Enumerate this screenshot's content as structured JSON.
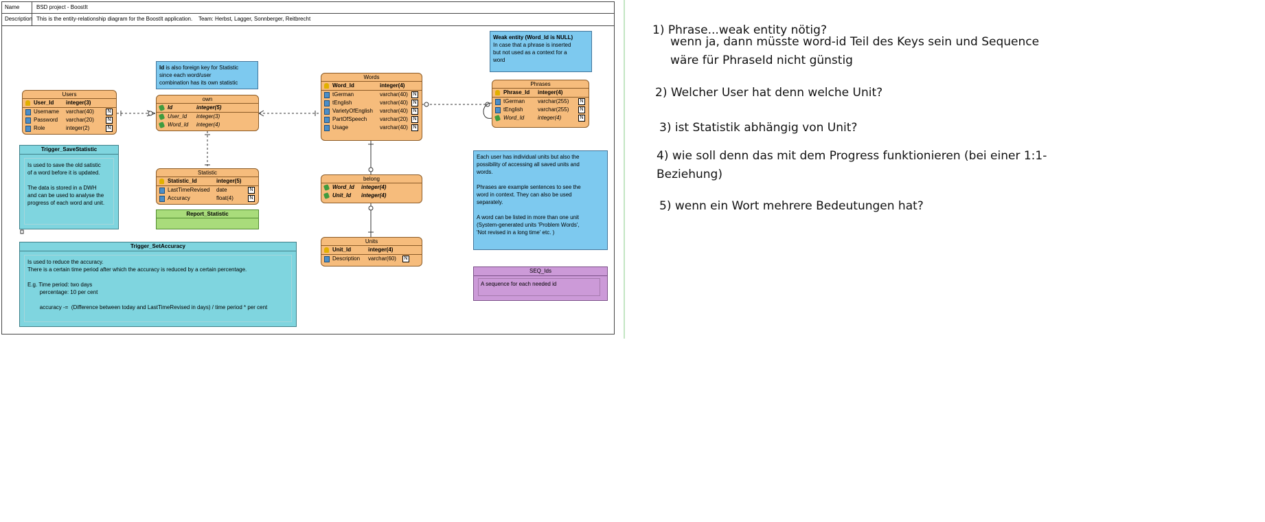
{
  "header": {
    "name_label": "Name",
    "name_value": "BSD project - BoostIt",
    "desc_label": "Description",
    "desc_value": "This is the entity-relationship diagram for the BoostIt application.    Team: Herbst, Lagger, Sonnberger, Reitbrecht"
  },
  "entities": {
    "users": {
      "title": "Users",
      "rows": [
        {
          "name": "User_Id",
          "type": "integer(3)"
        },
        {
          "name": "Username",
          "type": "varchar(40)",
          "nn": "N"
        },
        {
          "name": "Password",
          "type": "varchar(20)",
          "nn": "N"
        },
        {
          "name": "Role",
          "type": "integer(2)",
          "nn": "N"
        }
      ]
    },
    "own": {
      "title": "own",
      "rows": [
        {
          "name": "Id",
          "type": "integer(5)"
        },
        {
          "name": "User_Id",
          "type": "integer(3)"
        },
        {
          "name": "Word_Id",
          "type": "integer(4)"
        }
      ]
    },
    "statistic": {
      "title": "Statistic",
      "rows": [
        {
          "name": "Statistic_Id",
          "type": "integer(5)"
        },
        {
          "name": "LastTimeRevised",
          "type": "date",
          "nn": "N"
        },
        {
          "name": "Accuracy",
          "type": "float(4)",
          "nn": "N"
        }
      ]
    },
    "words": {
      "title": "Words",
      "rows": [
        {
          "name": "Word_Id",
          "type": "integer(4)"
        },
        {
          "name": "tGerman",
          "type": "varchar(40)",
          "nn": "N"
        },
        {
          "name": "tEnglish",
          "type": "varchar(40)",
          "nn": "N"
        },
        {
          "name": "VarietyOfEnglish",
          "type": "varchar(40)",
          "nn": "N"
        },
        {
          "name": "PartOfSpeech",
          "type": "varchar(20)",
          "nn": "N"
        },
        {
          "name": "Usage",
          "type": "varchar(40)",
          "nn": "N"
        }
      ]
    },
    "belong": {
      "title": "belong",
      "rows": [
        {
          "name": "Word_Id",
          "type": "integer(4)"
        },
        {
          "name": "Unit_Id",
          "type": "integer(4)"
        }
      ]
    },
    "units": {
      "title": "Units",
      "rows": [
        {
          "name": "Unit_Id",
          "type": "integer(4)"
        },
        {
          "name": "Description",
          "type": "varchar(60)",
          "nn": "N"
        }
      ]
    },
    "phrases": {
      "title": "Phrases",
      "rows": [
        {
          "name": "Phrase_Id",
          "type": "integer(4)"
        },
        {
          "name": "tGerman",
          "type": "varchar(255)",
          "nn": "N"
        },
        {
          "name": "tEnglish",
          "type": "varchar(255)",
          "nn": "N"
        },
        {
          "name": "Word_Id",
          "type": "integer(4)",
          "nn": "N"
        }
      ]
    }
  },
  "notes": {
    "id_note_bold": "Id",
    "id_note_text": " is also foreign key for Statistic\nsince each word/user\ncombination has its own statistic",
    "weak_title": "Weak entity (Word_Id is NULL)",
    "weak_text": "In case that a phrase is inserted\nbut not used as a context for a\nword",
    "units_note": "Each user has individual units but also the\npossibility of accessing all saved units and\nwords.\n\nPhrases are example sentences to see the\nword in context. They can also be used\nseparately.\n\nA word can be listed in more than one unit\n(System-generated units 'Problem Words',\n'Not revised in a long time' etc. )"
  },
  "triggers": {
    "save": {
      "title": "Trigger_SaveStatistic",
      "text": "Is used to save the old satistic\nof a word before it is updated.\n\nThe data is stored in a DWH\nand can be used to analyse the\nprogress of each word and unit."
    },
    "accuracy": {
      "title": "Trigger_SetAccuracy",
      "text": "Is used to reduce the accuracy.\nThere is a certain time period after which the accuracy is reduced by a certain percentage.\n\nE.g. Time period: two days\n        percentage: 10 per cent\n\n        accuracy -=  (Difference between today and LastTimeRevised in days) / time period * per cent"
    }
  },
  "report": {
    "title": "Report_Statistic"
  },
  "sequence": {
    "title": "SEQ_Ids",
    "text": "A sequence for each needed id"
  },
  "questions": [
    "1) Phrase...weak entity nötig?",
    "wenn ja, dann müsste word-id Teil des Keys sein und Sequence",
    "wäre für PhraseId nicht günstig",
    "2) Welcher User hat denn welche Unit?",
    "3) ist Statistik abhängig von Unit?",
    "4) wie soll denn das mit dem Progress funktionieren (bei einer 1:1-",
    "Beziehung)",
    "5) wenn ein Wort mehrere Bedeutungen hat?"
  ]
}
